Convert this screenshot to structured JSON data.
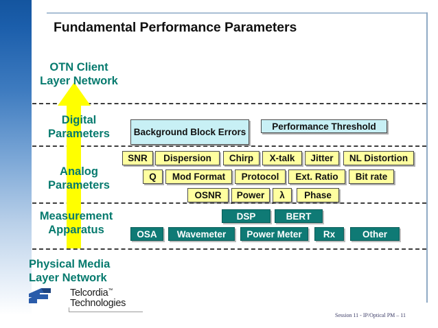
{
  "slide": {
    "title": "Fundamental Performance Parameters",
    "footer": "Session 11 - IP/Optical PM  –  11"
  },
  "colors": {
    "accent_green": "#067a6e",
    "arrow_yellow": "#ffff00",
    "digital_box": "#c8f0f5",
    "analog_box": "#ffffa0",
    "apparatus_box": "#0f7a75",
    "left_bar_blue": "#14559f"
  },
  "row_labels": {
    "otn": "OTN Client\nLayer Network",
    "otn_line1": "OTN Client",
    "otn_line2": "Layer Network",
    "digital_line1": "Digital",
    "digital_line2": "Parameters",
    "analog_line1": "Analog",
    "analog_line2": "Parameters",
    "measurement_line1": "Measurement",
    "measurement_line2": "Apparatus",
    "physical_line1": "Physical Media",
    "physical_line2": "Layer Network"
  },
  "digital_parameters": [
    {
      "label": "Background Block Errors"
    },
    {
      "label": "Performance Threshold"
    }
  ],
  "analog_parameters": {
    "row1": [
      "SNR",
      "Dispersion",
      "Chirp",
      "X-talk",
      "Jitter",
      "NL Distortion"
    ],
    "row2": [
      "Q",
      "Mod Format",
      "Protocol",
      "Ext. Ratio",
      "Bit rate"
    ],
    "row3": [
      "OSNR",
      "Power",
      "λ",
      "Phase"
    ]
  },
  "measurement_apparatus": {
    "row1": [
      "DSP",
      "BERT"
    ],
    "row2": [
      "OSA",
      "Wavemeter",
      "Power Meter",
      "Rx",
      "Other"
    ]
  },
  "logo": {
    "name_line1": "Telcordia",
    "trademark": "™",
    "name_line2": "Technologies"
  }
}
